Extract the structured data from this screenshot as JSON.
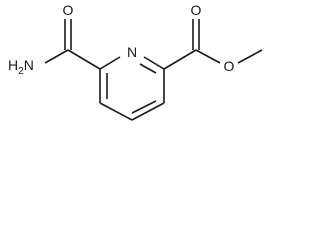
{
  "atoms": {
    "ring_nitrogen": "N",
    "amide_oxygen": "O",
    "amide_nitrogen_label": "H",
    "amide_nitrogen_sub": "2",
    "amide_nitrogen_tail": "N",
    "ester_carbonyl_oxygen": "O",
    "ester_ether_oxygen": "O"
  }
}
